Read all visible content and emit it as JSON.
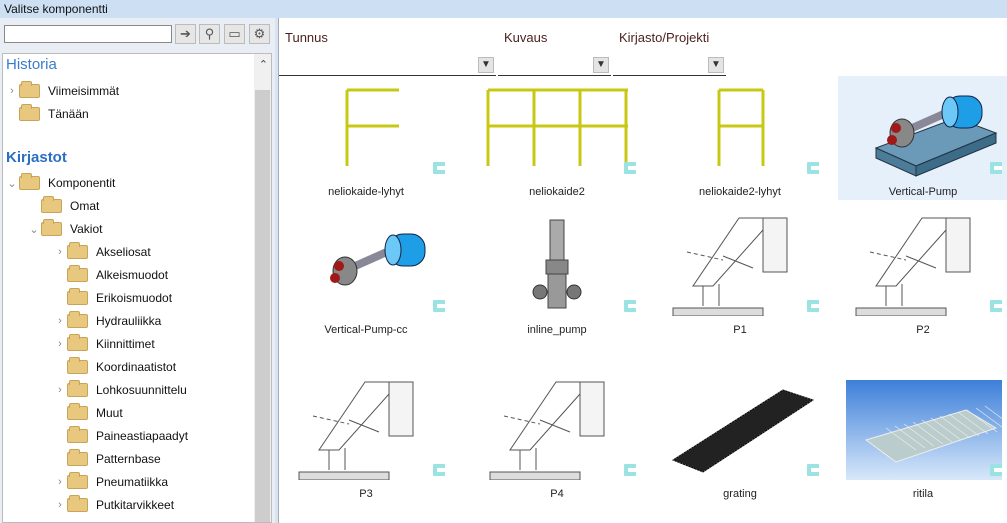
{
  "window": {
    "title": "Valitse komponentti"
  },
  "search": {
    "value": "",
    "placeholder": ""
  },
  "toolbar": {
    "go_icon": "arrow-right-icon",
    "search_icon": "magnifier-icon",
    "folder_icon": "folder-open-icon",
    "settings_icon": "gear-icon"
  },
  "tree": {
    "history_heading": "Historia",
    "history": [
      {
        "label": "Viimeisimmät",
        "expandable": true
      },
      {
        "label": "Tänään",
        "expandable": false
      }
    ],
    "libraries_heading": "Kirjastot",
    "root": {
      "label": "Komponentit",
      "expanded": true
    },
    "level1": [
      {
        "label": "Omat",
        "expandable": false
      },
      {
        "label": "Vakiot",
        "expanded": true
      }
    ],
    "level2": [
      {
        "label": "Akseliosat",
        "expandable": true
      },
      {
        "label": "Alkeismuodot",
        "expandable": false
      },
      {
        "label": "Erikoismuodot",
        "expandable": false
      },
      {
        "label": "Hydrauliikka",
        "expandable": true
      },
      {
        "label": "Kiinnittimet",
        "expandable": true
      },
      {
        "label": "Koordinaatistot",
        "expandable": false
      },
      {
        "label": "Lohkosuunnittelu",
        "expandable": true
      },
      {
        "label": "Muut",
        "expandable": false
      },
      {
        "label": "Paineastiapaadyt",
        "expandable": false
      },
      {
        "label": "Patternbase",
        "expandable": false
      },
      {
        "label": "Pneumatiikka",
        "expandable": true
      },
      {
        "label": "Putkitarvikkeet",
        "expandable": true
      }
    ]
  },
  "columns": [
    {
      "label": "Tunnus"
    },
    {
      "label": "Kuvaus"
    },
    {
      "label": "Kirjasto/Projekti"
    }
  ],
  "items": [
    {
      "name": "neliokaide-lyhyt",
      "kind": "rail1"
    },
    {
      "name": "neliokaide2",
      "kind": "rail3"
    },
    {
      "name": "neliokaide2-lyhyt",
      "kind": "rail2"
    },
    {
      "name": "Vertical-Pump",
      "kind": "pump",
      "selected": true
    },
    {
      "name": "Vertical-Pump-cc",
      "kind": "pumpcc"
    },
    {
      "name": "inline_pump",
      "kind": "inline"
    },
    {
      "name": "P1",
      "kind": "p"
    },
    {
      "name": "P2",
      "kind": "p"
    },
    {
      "name": "P3",
      "kind": "p"
    },
    {
      "name": "P4",
      "kind": "p"
    },
    {
      "name": "grating",
      "kind": "grating"
    },
    {
      "name": "ritila",
      "kind": "ritila"
    }
  ]
}
